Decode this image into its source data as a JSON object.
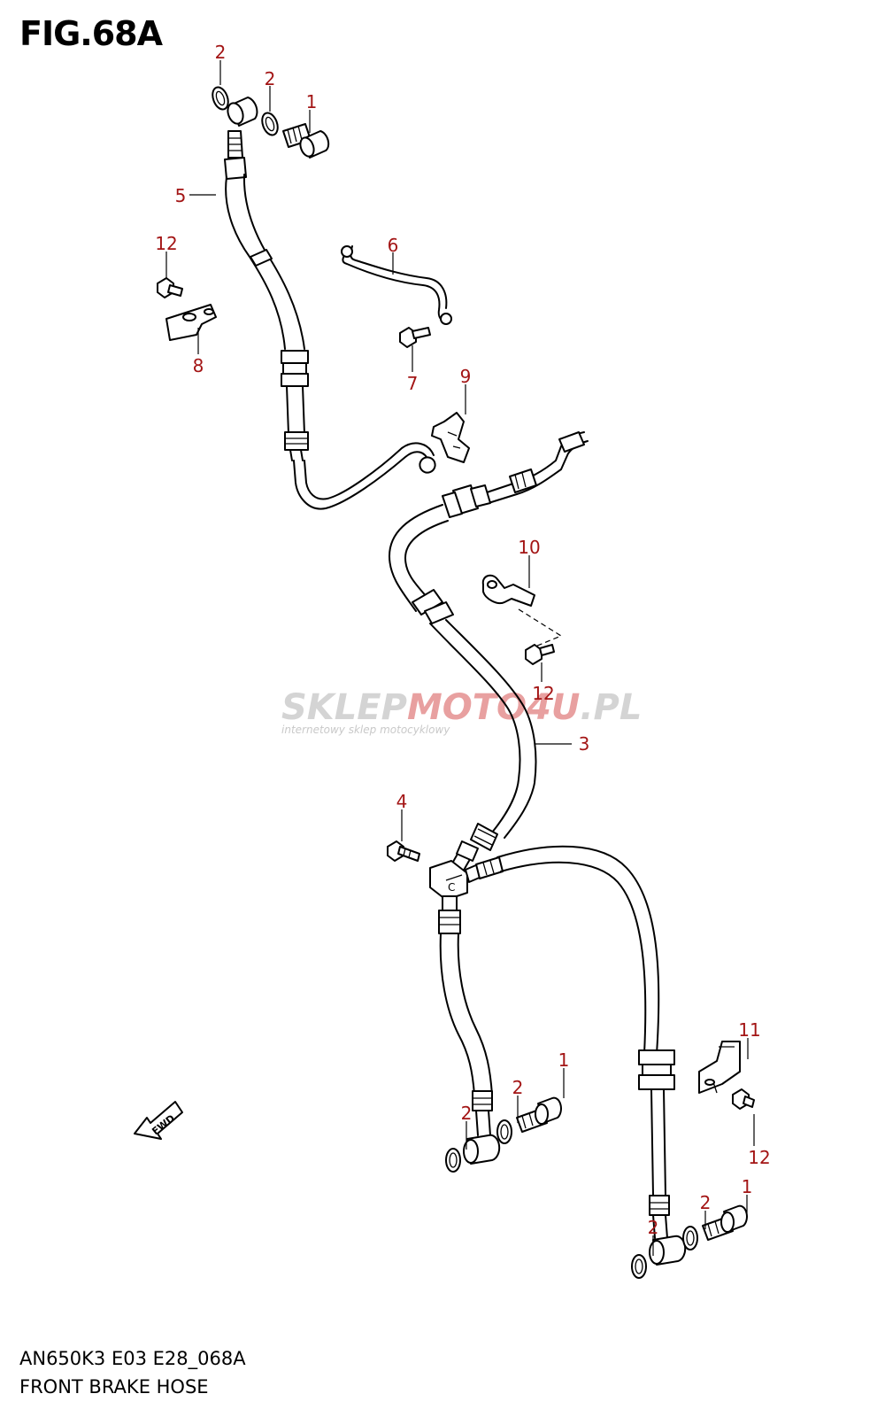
{
  "figure": {
    "title": "FIG.68A"
  },
  "footer": {
    "model_code": "AN650K3 E03 E28_068A",
    "caption": "FRONT BRAKE HOSE"
  },
  "watermark": {
    "brand_part1": "SKLEP",
    "brand_part2": "MOTO",
    "brand_part3": "4U",
    "brand_part4": ".PL",
    "tagline": "internetowy sklep motocyklowy"
  },
  "arrow": {
    "label": "FWD"
  },
  "callouts": {
    "c1_top": "1",
    "c2_top_a": "2",
    "c2_top_b": "2",
    "c5": "5",
    "c12_upper": "12",
    "c8": "8",
    "c6": "6",
    "c7": "7",
    "c9": "9",
    "c10": "10",
    "c12_mid": "12",
    "c3": "3",
    "c4": "4",
    "c1_mid": "1",
    "c2_mid_a": "2",
    "c2_mid_b": "2",
    "c11": "11",
    "c12_lower": "12",
    "c1_bottom": "1",
    "c2_bottom_a": "2",
    "c2_bottom_b": "2"
  },
  "colors": {
    "callout": "#a31515",
    "watermark_gray": "#c9c9c9",
    "watermark_red": "#e8a0a0",
    "line": "#000000"
  }
}
